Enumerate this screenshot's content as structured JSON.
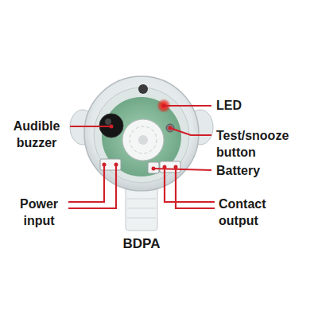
{
  "diagram": {
    "caption": "BDPA",
    "labels": [
      "LED",
      "Audible buzzer",
      "Test/snooze button",
      "Battery",
      "Power input",
      "Contact output"
    ]
  }
}
